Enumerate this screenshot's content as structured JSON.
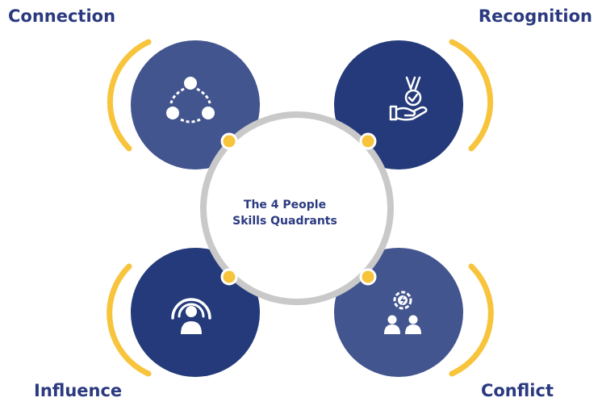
{
  "center": {
    "line1": "The 4 People",
    "line2": "Skills Quadrants"
  },
  "quadrants": [
    {
      "label": "Connection",
      "icon": "share-network-icon"
    },
    {
      "label": "Recognition",
      "icon": "award-hand-icon"
    },
    {
      "label": "Influence",
      "icon": "broadcast-person-icon"
    },
    {
      "label": "Conflict",
      "icon": "conflict-people-icon"
    }
  ],
  "colors": {
    "dark_navy": "#243a7a",
    "medium_blue": "#43558f",
    "accent_yellow": "#f7c43c",
    "ring_gray": "#c9c9c9",
    "text": "#2b3a80"
  }
}
